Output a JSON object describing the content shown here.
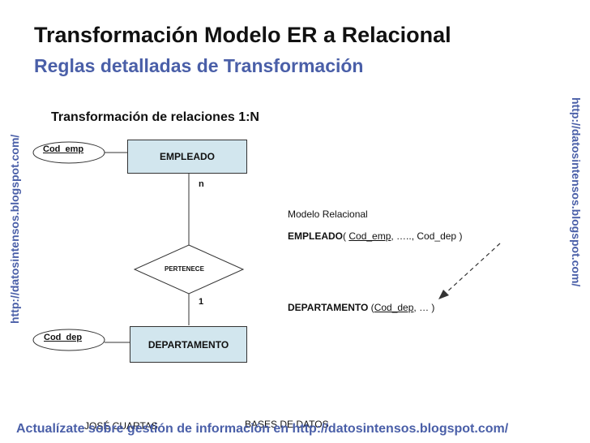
{
  "slide": {
    "title": "Transformación Modelo ER a Relacional",
    "subtitle": "Reglas detalladas de Transformación",
    "section": "Transformación de relaciones 1:N"
  },
  "watermark": {
    "left": "http://datosintensos.blogspot.com/",
    "right": "http://datosintensos.blogspot.com/",
    "footer": "Actualízate sobre gestión de información en http://datosintensos.blogspot.com/"
  },
  "diagram": {
    "entity_top": "EMPLEADO",
    "entity_bottom": "DEPARTAMENTO",
    "relationship": "PERTENECE",
    "attr_top": "Cod_emp",
    "attr_bottom": "Cod_dep",
    "card_top": "n",
    "card_bottom": "1"
  },
  "relational": {
    "heading": "Modelo Relacional",
    "emp_name": "EMPLEADO",
    "emp_open": "( ",
    "emp_key": "Cod_emp",
    "emp_rest": ", ….., Cod_dep )",
    "dep_name": "DEPARTAMENTO",
    "dep_open": " (",
    "dep_key": "Cod_dep",
    "dep_rest": ", … )"
  },
  "footer_meta": {
    "author": "JOSÉ CUARTAS",
    "course": "BASES DE DATOS"
  },
  "colors": {
    "accent": "#4a5fa8",
    "entity_fill": "#d2e6ee"
  }
}
